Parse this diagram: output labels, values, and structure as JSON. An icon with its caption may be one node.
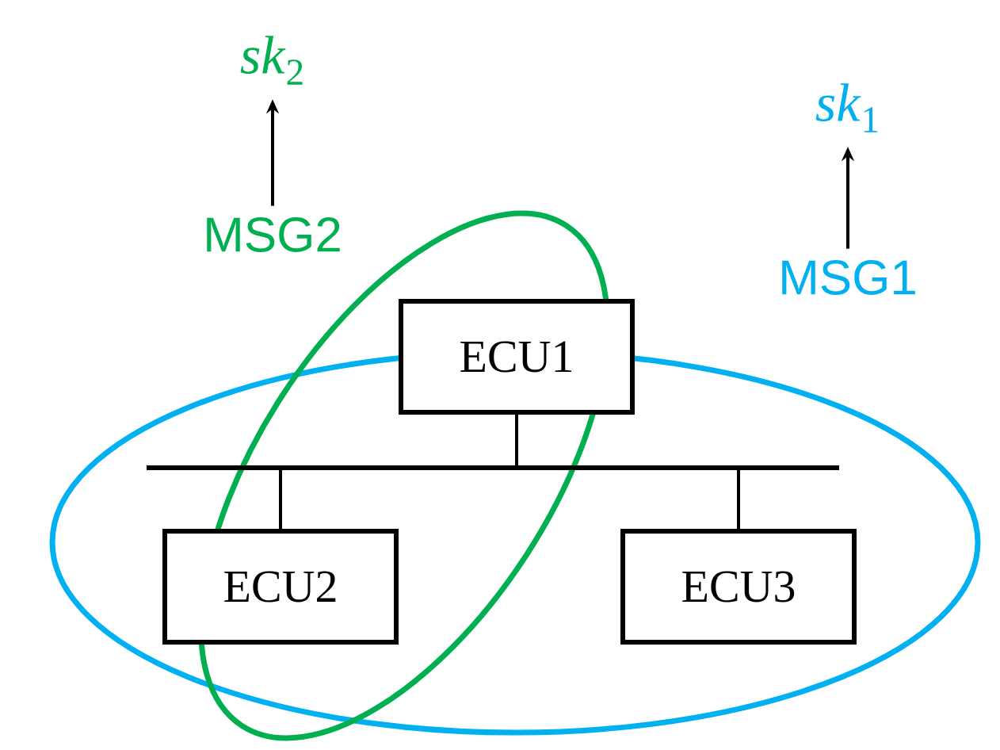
{
  "diagram": {
    "nodes": [
      {
        "text": [
          "*sk*$_{2}$"
        ]
      },
      {
        "text": [
          "MSG2"
        ]
      },
      {
        "text": [
          "*sk*$_{1}$"
        ]
      },
      {
        "text": [
          "MSG1"
        ]
      },
      {
        "text": [
          "ECU1"
        ]
      },
      {
        "text": [],
        "shape": "bar"
      },
      {
        "text": [
          "ECU2"
        ]
      },
      {
        "text": [
          "ECU3"
        ]
      }
    ],
    "edges": [
      {
        "from": 1,
        "to": 0,
        "arrow": "to"
      },
      {
        "from": 3,
        "to": 2,
        "arrow": "to"
      },
      {
        "from": 4,
        "to": 5,
        "arrow": "none"
      },
      {
        "from": 6,
        "to": 5,
        "arrow": "none"
      },
      {
        "from": 7,
        "to": 5,
        "arrow": "none"
      }
    ]
  }
}
